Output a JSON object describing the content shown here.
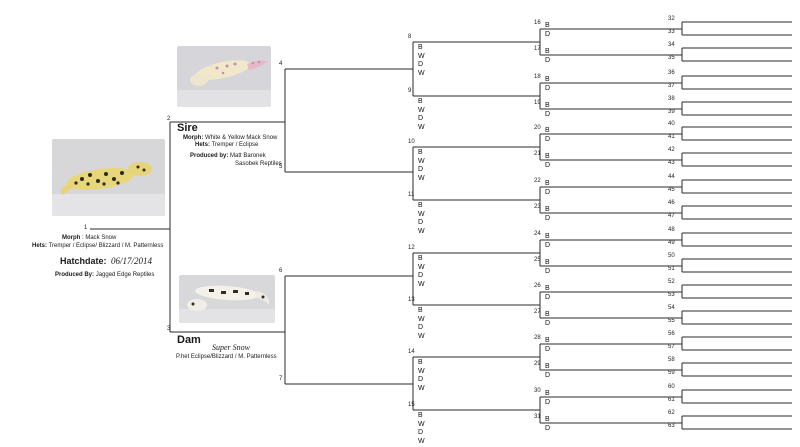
{
  "subject": {
    "number": "1",
    "morph_label": "Morph",
    "morph_value": ": Mack Snow",
    "hets_label": "Hets:",
    "hets_value": "Tremper / Eclipse/ Blizzard / M. Patternless",
    "hatchdate_label": "Hatchdate:",
    "hatchdate_value": "06/17/2014",
    "produced_label": "Produced By:",
    "produced_value": "Jagged Edge Reptiles"
  },
  "sire": {
    "number": "2",
    "title": "Sire",
    "morph_label": "Morph:",
    "morph_value": "White & Yellow Mack Snow",
    "hets_label": "Hets:",
    "hets_value": "Tremper / Eclipse",
    "produced_label": "Produced by:",
    "produced_value_1": "Matt Baronek",
    "produced_value_2": "Sasobek Reptiles"
  },
  "dam": {
    "number": "3",
    "title": "Dam",
    "morph_value": "Super Snow",
    "hets_value": "P.het Eclipse/Blizzard / M. Patternless"
  },
  "gen3_numbers": [
    "4",
    "5",
    "6",
    "7"
  ],
  "gen4_numbers": [
    "8",
    "9",
    "10",
    "11",
    "12",
    "13",
    "14",
    "15"
  ],
  "gen4_letters": [
    "B",
    "W",
    "D",
    "W"
  ],
  "gen5_numbers": [
    "16",
    "17",
    "18",
    "19",
    "20",
    "21",
    "22",
    "23",
    "24",
    "25",
    "26",
    "27",
    "28",
    "29",
    "30",
    "31"
  ],
  "gen5_letters": [
    "B",
    "D"
  ],
  "gen6_numbers": [
    "32",
    "33",
    "34",
    "35",
    "36",
    "37",
    "38",
    "39",
    "40",
    "41",
    "42",
    "43",
    "44",
    "45",
    "46",
    "47",
    "48",
    "49",
    "50",
    "51",
    "52",
    "53",
    "54",
    "55",
    "56",
    "57",
    "58",
    "59",
    "60",
    "61",
    "62",
    "63"
  ],
  "colors": {
    "line": "#2b2b2b",
    "photo_bg": "#d9d9dc"
  }
}
